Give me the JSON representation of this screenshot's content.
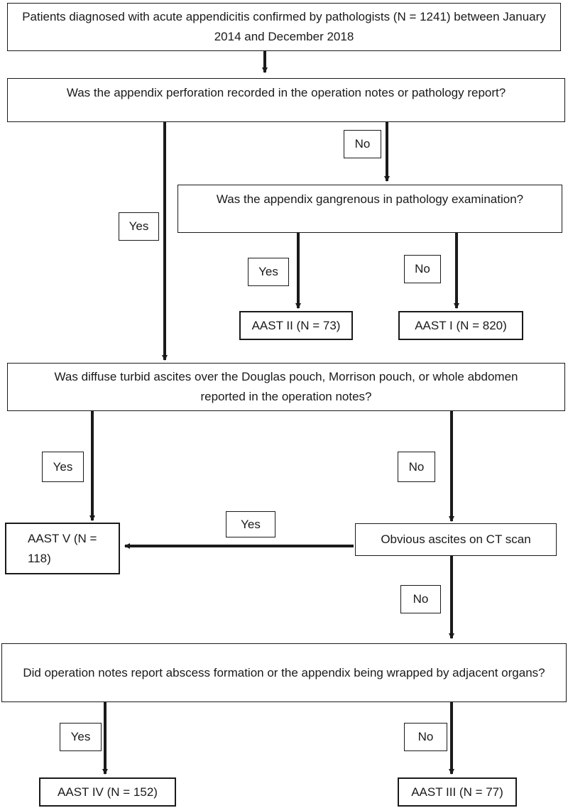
{
  "nodes": {
    "start": "Patients diagnosed with acute appendicitis confirmed by pathologists (N = 1241) between January 2014 and December 2018",
    "perforation_q": "Was the appendix perforation recorded in the operation notes or pathology report?",
    "gangrenous_q": "Was the appendix gangrenous in pathology examination?",
    "aast2": "AAST II (N = 73)",
    "aast1": "AAST I (N = 820)",
    "ascites_q": "Was diffuse turbid ascites over the Douglas pouch, Morrison pouch, or whole abdomen reported in the operation notes?",
    "aast5": "AAST V (N = 118)",
    "ct_q": "Obvious ascites on CT scan",
    "abscess_q": "Did operation notes report abscess formation or the appendix being wrapped by adjacent organs?",
    "aast4": "AAST IV (N = 152)",
    "aast3": "AAST III (N = 77)"
  },
  "labels": {
    "no_perforation": "No",
    "yes_perforation": "Yes",
    "yes_gangrenous": "Yes",
    "no_gangrenous": "No",
    "yes_ascites": "Yes",
    "no_ascites": "No",
    "yes_ct": "Yes",
    "no_ct": "No",
    "yes_abscess": "Yes",
    "no_abscess": "No"
  }
}
